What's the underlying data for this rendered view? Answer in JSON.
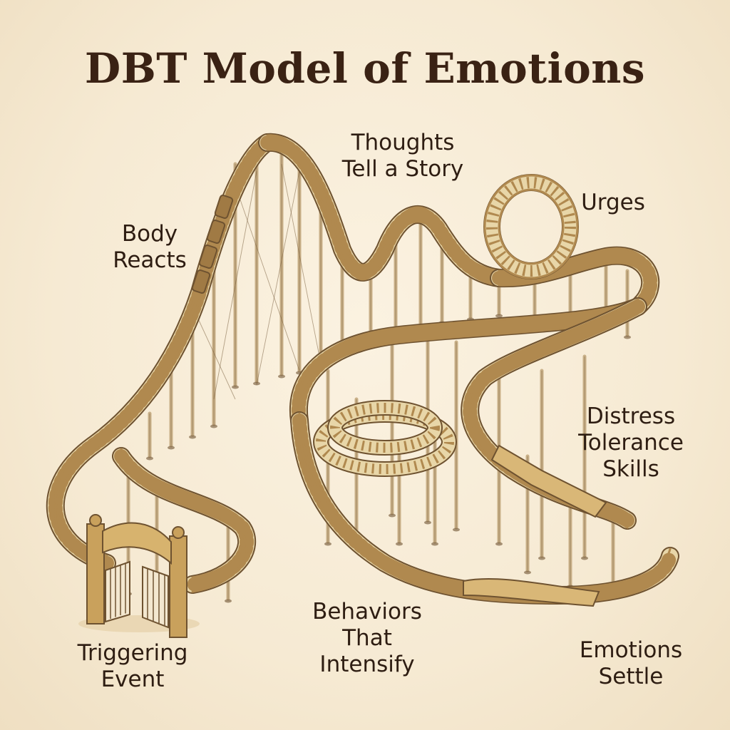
{
  "title": "DBT Model of Emotions",
  "stages": [
    {
      "id": "triggering-event",
      "lines": [
        "Triggering",
        "Event"
      ]
    },
    {
      "id": "body-reacts",
      "lines": [
        "Body",
        "Reacts"
      ]
    },
    {
      "id": "thoughts",
      "lines": [
        "Thoughts",
        "Tell a Story"
      ]
    },
    {
      "id": "urges",
      "lines": [
        "Urges"
      ]
    },
    {
      "id": "distress-tolerance",
      "lines": [
        "Distress",
        "Tolerance",
        "Skills"
      ]
    },
    {
      "id": "behaviors",
      "lines": [
        "Behaviors",
        "That",
        "Intensify"
      ]
    },
    {
      "id": "emotions-settle",
      "lines": [
        "Emotions",
        "Settle"
      ]
    }
  ],
  "colors": {
    "rail": "#b0894f",
    "rail_dark": "#6e5230",
    "tie": "#e8d6a8",
    "ink": "#2e1d12",
    "post": "#c9b088"
  }
}
